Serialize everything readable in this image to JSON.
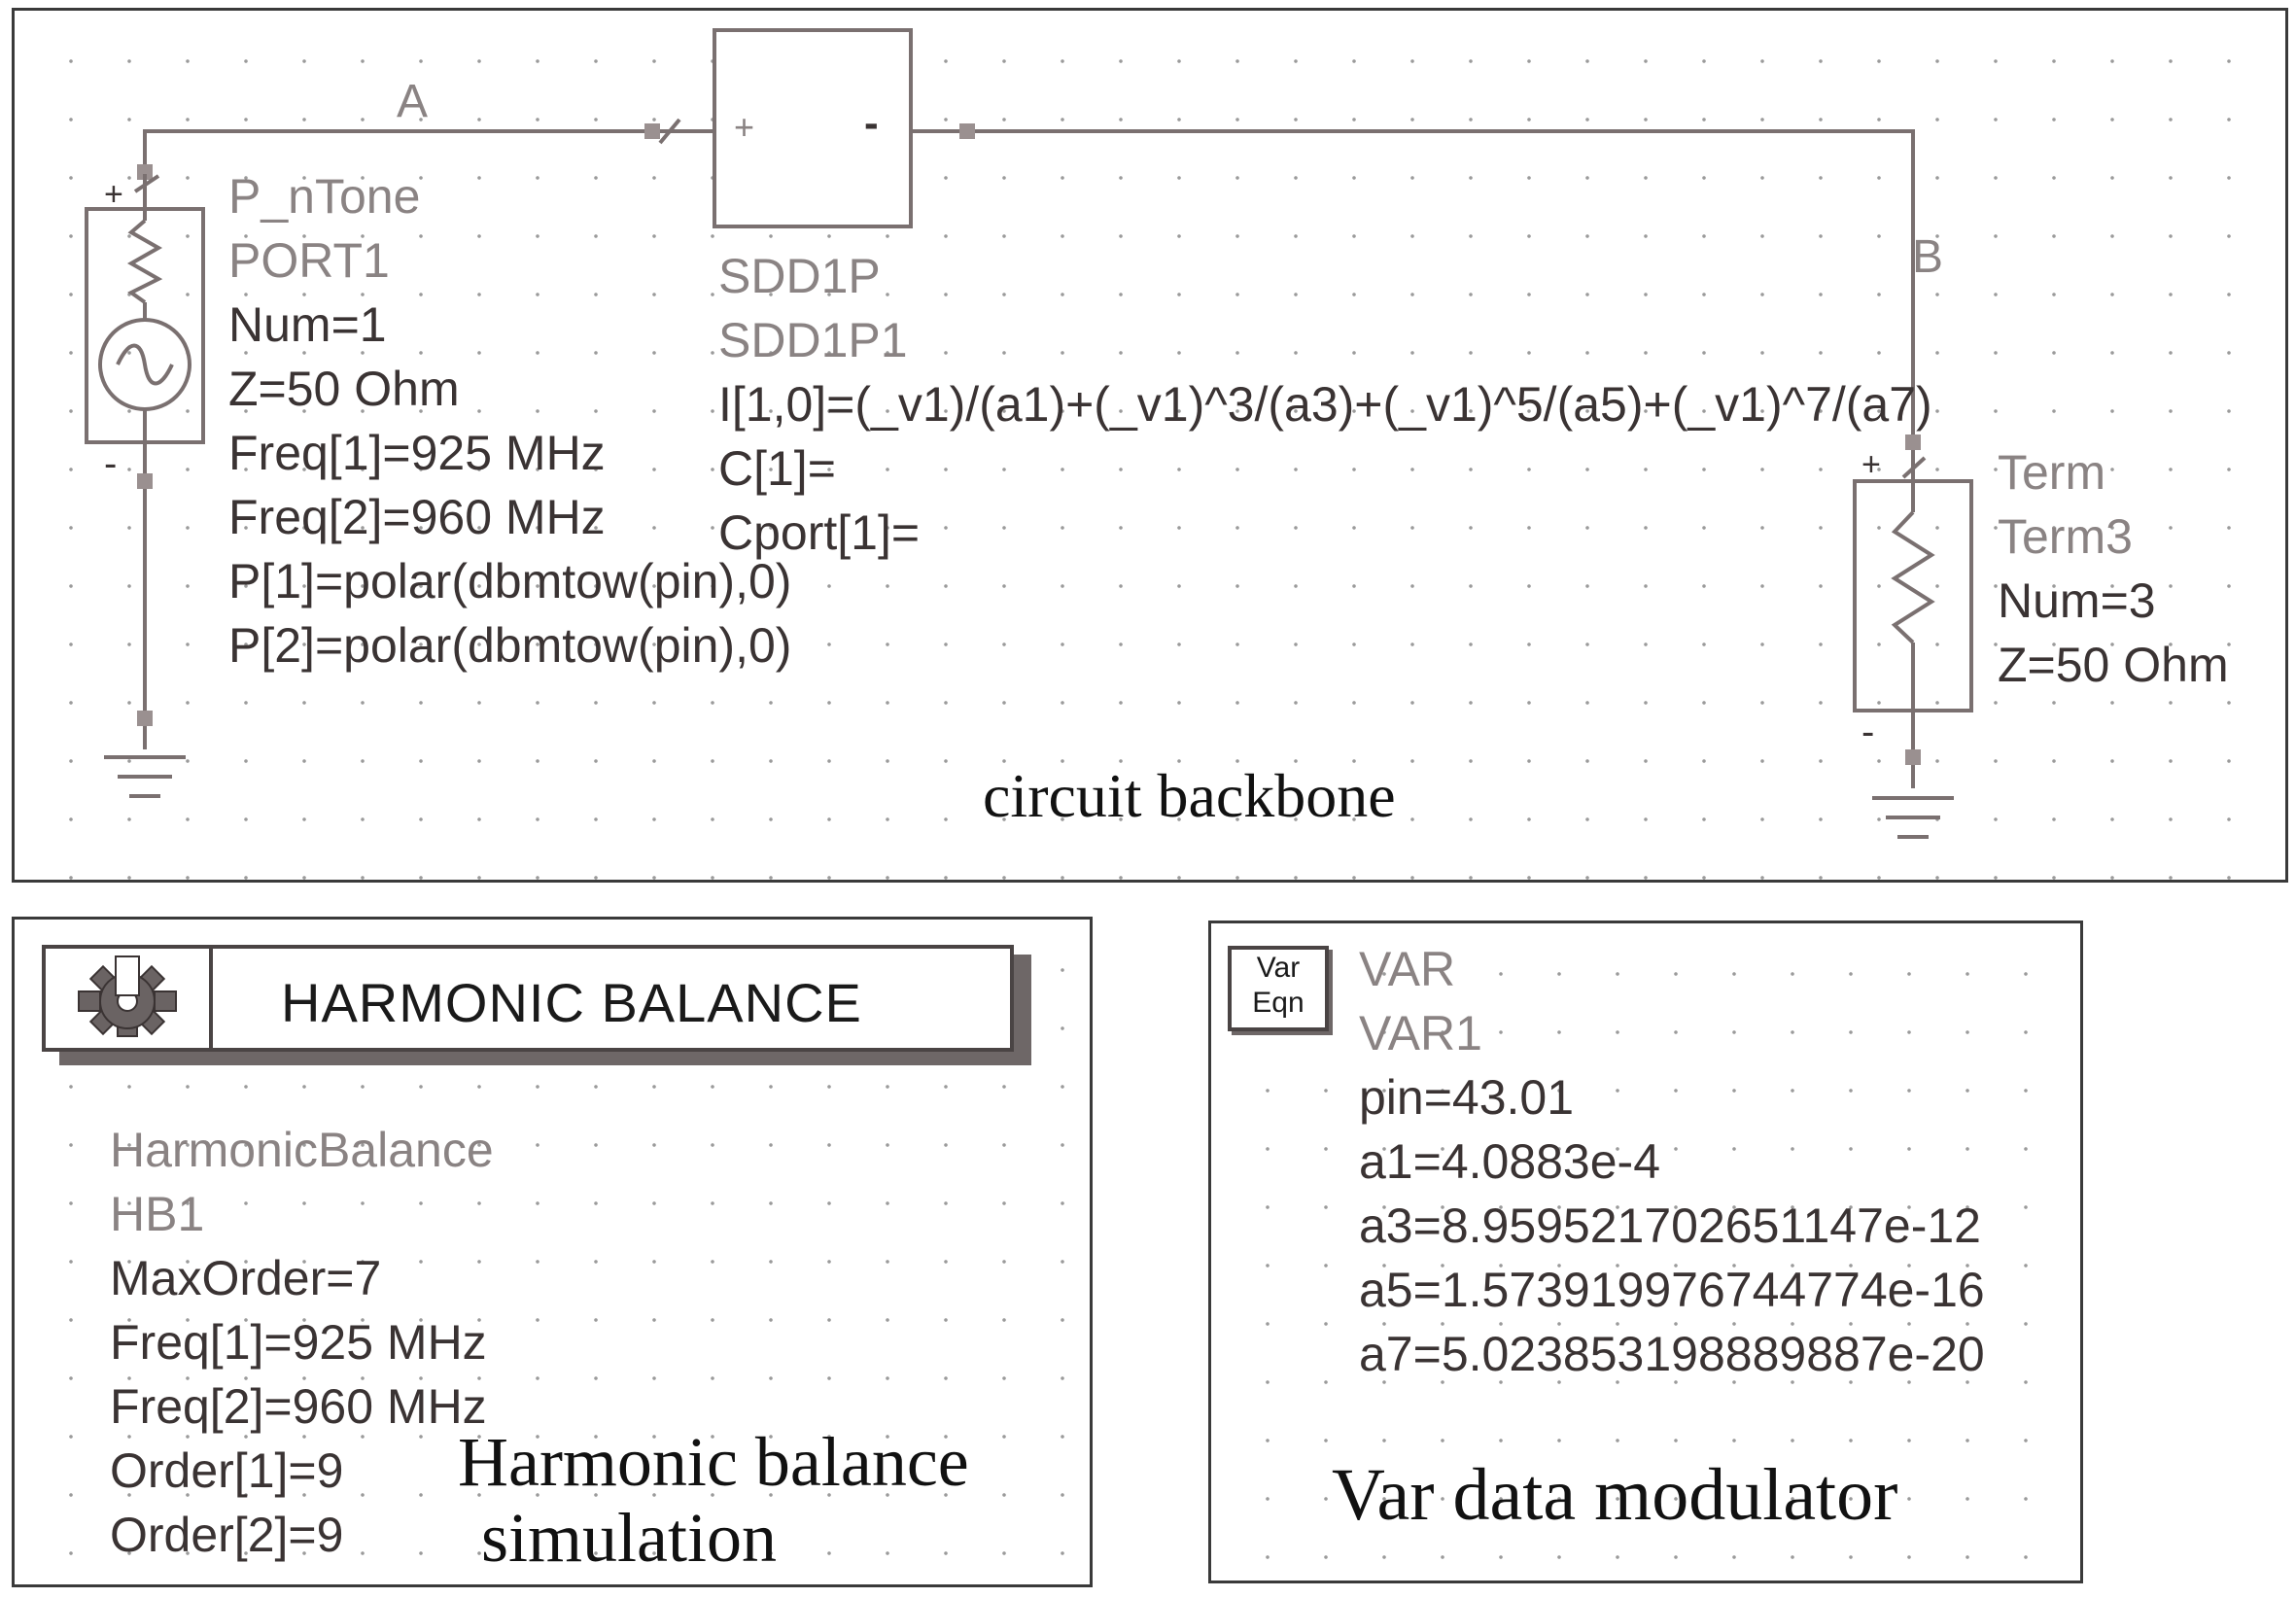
{
  "circuit": {
    "caption": "circuit backbone",
    "node_a": "A",
    "node_b": "B",
    "port": {
      "type": "P_nTone",
      "name": "PORT1",
      "params": [
        "Num=1",
        "Z=50 Ohm",
        "Freq[1]=925 MHz",
        "Freq[2]=960 MHz",
        "P[1]=polar(dbmtow(pin),0)",
        "P[2]=polar(dbmtow(pin),0)"
      ],
      "plus": "+",
      "minus": "-"
    },
    "sdd": {
      "type": "SDD1P",
      "name": "SDD1P1",
      "params": [
        "I[1,0]=(_v1)/(a1)+(_v1)^3/(a3)+(_v1)^5/(a5)+(_v1)^7/(a7)",
        "C[1]=",
        "Cport[1]="
      ],
      "plus": "+",
      "minus": "-"
    },
    "term": {
      "type": "Term",
      "name": "Term3",
      "params": [
        "Num=3",
        "Z=50 Ohm"
      ],
      "plus": "+",
      "minus": "-"
    }
  },
  "hb": {
    "banner": "HARMONIC BALANCE",
    "type": "HarmonicBalance",
    "name": "HB1",
    "params": [
      "MaxOrder=7",
      "Freq[1]=925 MHz",
      "Freq[2]=960 MHz",
      "Order[1]=9",
      "Order[2]=9"
    ],
    "caption_line1": "Harmonic balance",
    "caption_line2": "simulation"
  },
  "var": {
    "icon_line1": "Var",
    "icon_line2": "Eqn",
    "type": "VAR",
    "name": "VAR1",
    "params": [
      "pin=43.01",
      "a1=4.0883e-4",
      "a3=8.959521702651147e-12",
      "a5=1.573919976744774e-16",
      "a7=5.023853198889887e-20"
    ],
    "caption": "Var data modulator"
  }
}
